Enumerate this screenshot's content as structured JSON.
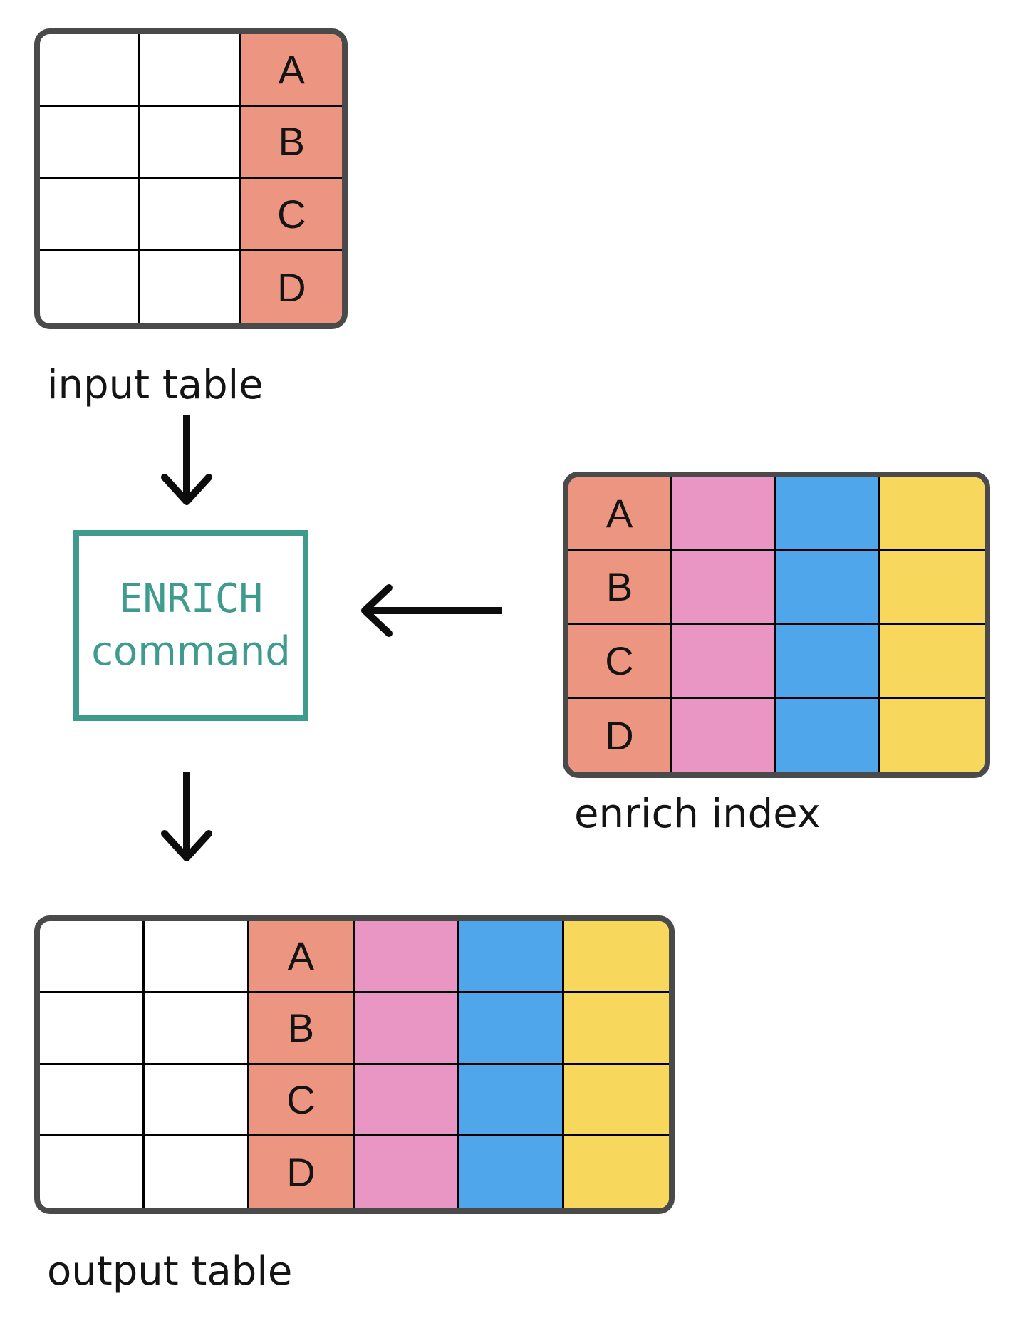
{
  "diagram": {
    "input_table": {
      "label": "input table",
      "rows": [
        "A",
        "B",
        "C",
        "D"
      ],
      "empty_columns": 2,
      "key_column_color": "#EC9580"
    },
    "enrich_command": {
      "title": "ENRICH",
      "subtitle": "command",
      "border_color": "#3F9B8D"
    },
    "enrich_index": {
      "label": "enrich index",
      "rows": [
        "A",
        "B",
        "C",
        "D"
      ],
      "column_colors": [
        "#EC9580",
        "#E996C4",
        "#4FA6EB",
        "#F8D75D"
      ]
    },
    "output_table": {
      "label": "output table",
      "rows": [
        "A",
        "B",
        "C",
        "D"
      ],
      "empty_columns": 2,
      "column_colors": [
        "#EC9580",
        "#E996C4",
        "#4FA6EB",
        "#F8D75D"
      ]
    },
    "arrows": {
      "input_to_command": "arrow-down",
      "index_to_command": "arrow-left",
      "command_to_output": "arrow-down"
    }
  },
  "colors": {
    "salmon": "#EC9580",
    "pink": "#E996C4",
    "blue": "#4FA6EB",
    "yellow": "#F8D75D",
    "teal": "#3F9B8D",
    "table_border": "#4A4A4A",
    "grid_line": "#000000",
    "text": "#141414",
    "background": "#FFFFFF"
  }
}
